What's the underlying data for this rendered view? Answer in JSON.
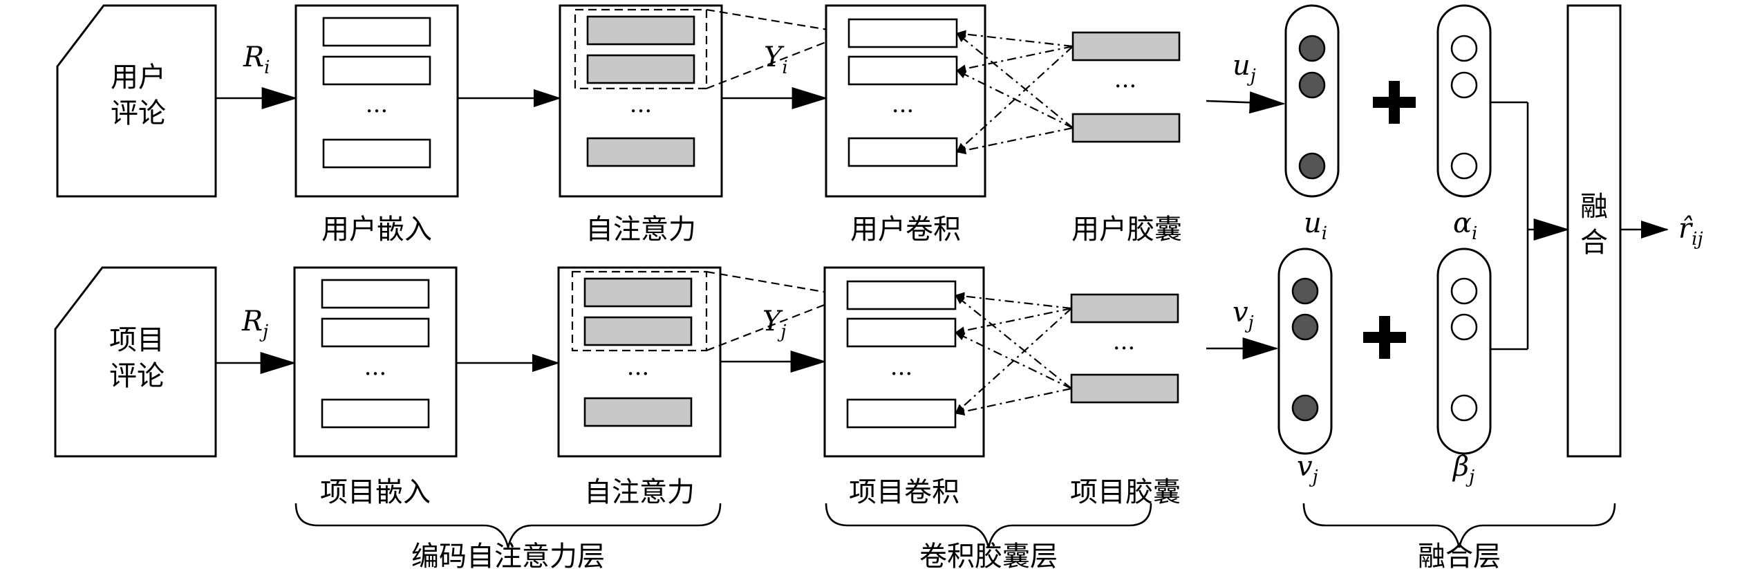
{
  "user": {
    "doc": [
      "用户",
      "评论"
    ],
    "input_label": "R",
    "input_sub": "i",
    "embed": "用户嵌入",
    "attention": "自注意力",
    "y_label": "Y",
    "y_sub": "i",
    "conv": "用户卷积",
    "capsule": "用户胶囊",
    "vec_in": "u",
    "vec_in_sub": "j",
    "vec_label": "u",
    "vec_label_sub": "i",
    "coef_label": "α",
    "coef_sub": "i"
  },
  "item": {
    "doc": [
      "项目",
      "评论"
    ],
    "input_label": "R",
    "input_sub": "j",
    "embed": "项目嵌入",
    "attention": "自注意力",
    "y_label": "Y",
    "y_sub": "j",
    "conv": "项目卷积",
    "capsule": "项目胶囊",
    "vec_in": "v",
    "vec_in_sub": "j",
    "vec_label": "v",
    "vec_label_sub": "j",
    "coef_label": "β",
    "coef_sub": "j"
  },
  "fusion": {
    "box": [
      "融",
      "合"
    ],
    "output": "r̂",
    "output_sub": "ij"
  },
  "ellipsis": "...",
  "layers": {
    "encoder": "编码自注意力层",
    "conv_caps": "卷积胶囊层",
    "fusion": "融合层"
  },
  "colors": {
    "dark_node": "#555555",
    "gray_fill": "#c8c8c8"
  }
}
